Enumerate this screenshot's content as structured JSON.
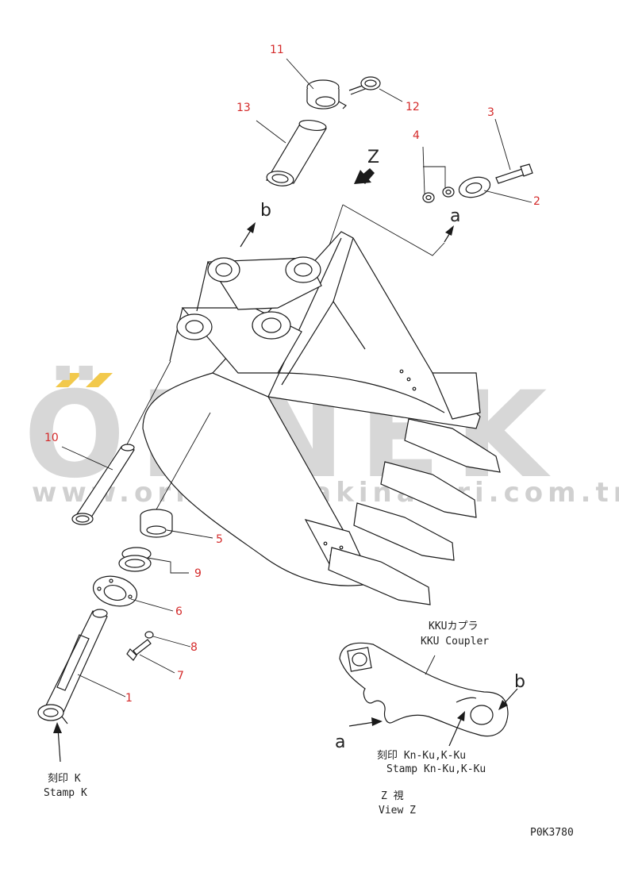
{
  "watermark": {
    "brand": "ÖRNEK",
    "url": "www.ornekismakinalari.com.tr",
    "accent": "#f2c94c"
  },
  "callouts": [
    "1",
    "2",
    "3",
    "4",
    "5",
    "6",
    "7",
    "8",
    "9",
    "10",
    "11",
    "12",
    "13"
  ],
  "view_direction": {
    "arrow_label": "Z",
    "caption_jp": "Z 視",
    "caption_en": "View Z"
  },
  "refs": {
    "a": "a",
    "b": "b"
  },
  "coupler": {
    "title_jp": "KKUカプラ",
    "title_en": "KKU Coupler"
  },
  "stamps": {
    "coupler_jp": "刻印 Kn-Ku,K-Ku",
    "coupler_en": "Stamp Kn-Ku,K-Ku",
    "pin_jp": "刻印 K",
    "pin_en": "Stamp K"
  },
  "drawing_code": "P0K3780",
  "colors": {
    "callout": "#d42a2a",
    "line": "#1a1a1a",
    "watermark": "#d7d7d7"
  }
}
